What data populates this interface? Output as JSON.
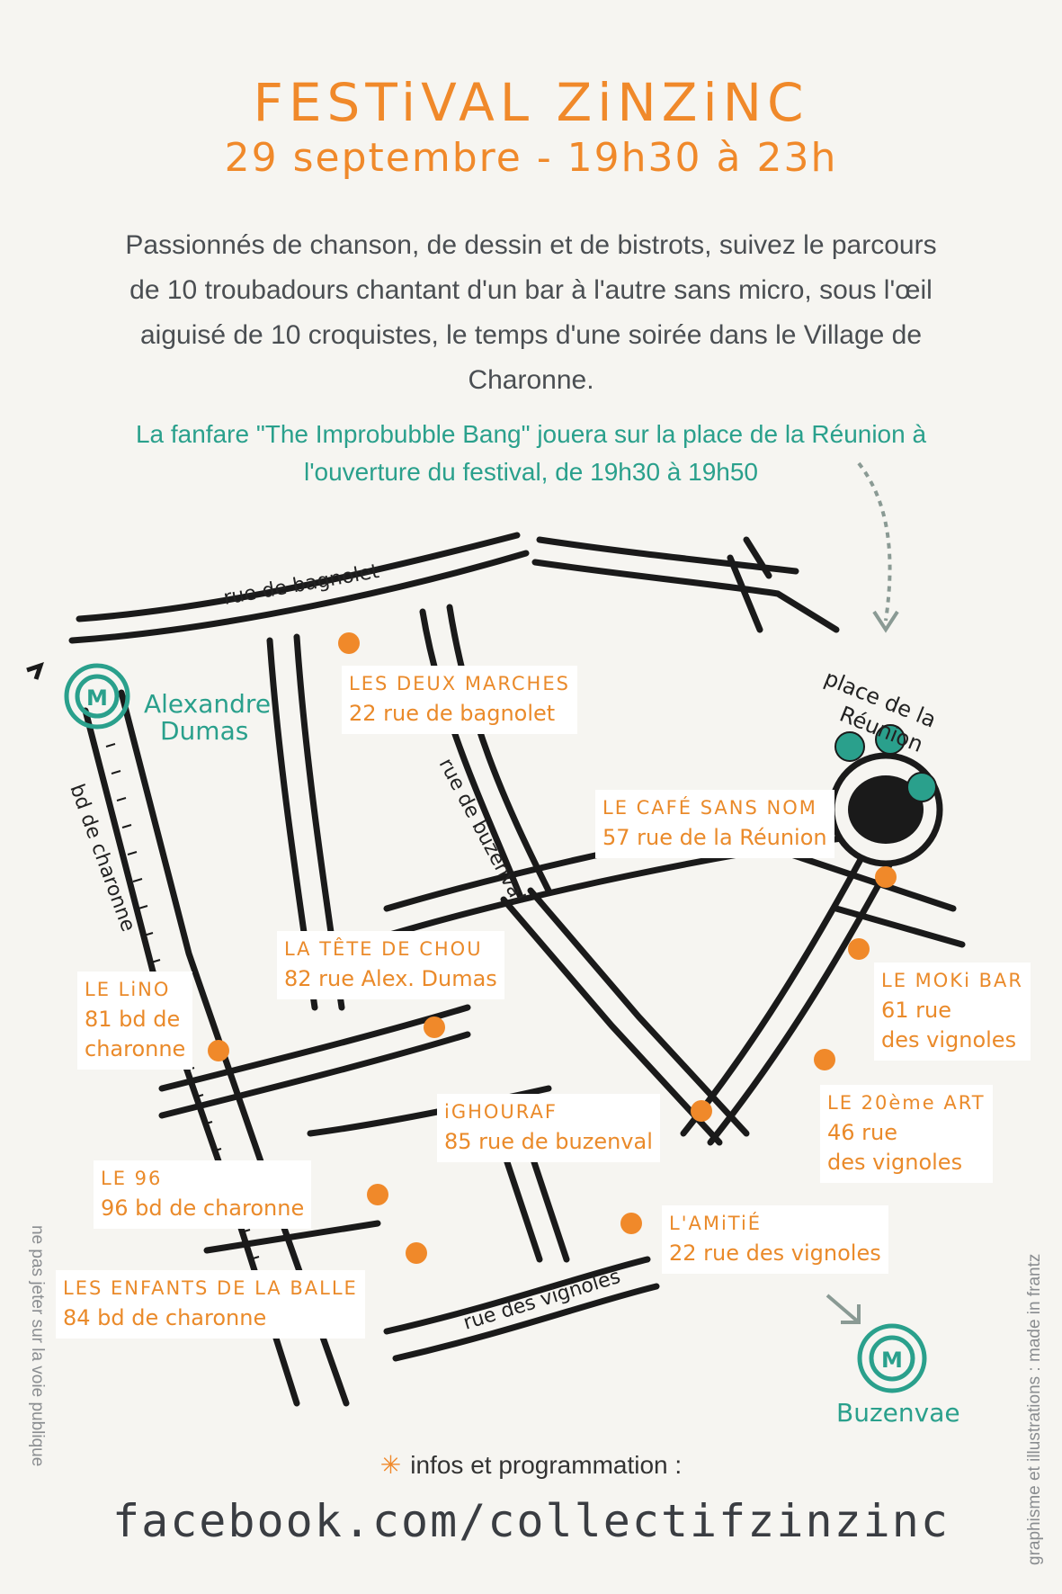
{
  "header": {
    "title": "FESTiVAL ZiNZiNC",
    "date_line": "29 septembre - 19h30 à 23h"
  },
  "intro": "Passionnés de chanson, de dessin et de bistrots, suivez le parcours de 10 troubadours chantant d'un bar à l'autre sans micro, sous l'œil aiguisé de 10 croquistes, le temps d'une soirée dans le Village de Charonne.",
  "fanfare": "La fanfare \"The Improbubble Bang\" jouera sur la place de la Réunion à l'ouverture du festival, de 19h30 à 19h50",
  "streets": {
    "bagnolet": "rue de bagnolet",
    "buzenval": "rue de buzenval",
    "charonne": "bd de charonne",
    "vignoles": "rue des vignoles"
  },
  "place": {
    "line1": "place de la",
    "line2": "Réunion"
  },
  "metros": {
    "alexandre_dumas": {
      "line1": "Alexandre",
      "line2": "Dumas",
      "symbol": "M"
    },
    "buzenval": {
      "name": "Buzenvae",
      "symbol": "M"
    }
  },
  "venues": {
    "deux_marches": {
      "name": "LES DEUX MARCHES",
      "addr": "22 rue de bagnolet"
    },
    "cafe_sans_nom": {
      "name": "LE CAFÉ SANS NOM",
      "addr": "57 rue de la Réunion"
    },
    "tete_de_chou": {
      "name": "LA TÊTE DE CHOU",
      "addr": "82 rue Alex. Dumas"
    },
    "lino": {
      "name": "LE LiNO",
      "addr1": "81 bd de",
      "addr2": "charonne"
    },
    "moki_bar": {
      "name": "LE MOKi BAR",
      "addr1": "61 rue",
      "addr2": "des vignoles"
    },
    "vingtieme_art": {
      "name": "LE 20ème ART",
      "addr1": "46 rue",
      "addr2": "des vignoles"
    },
    "ighouraf": {
      "name": "iGHOURAF",
      "addr": "85 rue de buzenval"
    },
    "le_96": {
      "name": "LE 96",
      "addr": "96 bd de charonne"
    },
    "amitie": {
      "name": "L'AMiTiÉ",
      "addr": "22 rue des vignoles"
    },
    "enfants_balle": {
      "name": "LES ENFANTS DE LA BALLE",
      "addr": "84 bd de charonne"
    }
  },
  "footer": {
    "info": "infos et programmation :",
    "star": "✳",
    "url": "facebook.com/collectifzinzinc",
    "left_note": "ne pas jeter sur la voie publique",
    "right_note": "graphisme et illustrations : made in frantz"
  },
  "colors": {
    "orange": "#f0892a",
    "teal": "#2aa08c",
    "text": "#4a4e52",
    "street": "#1a1a1a"
  }
}
